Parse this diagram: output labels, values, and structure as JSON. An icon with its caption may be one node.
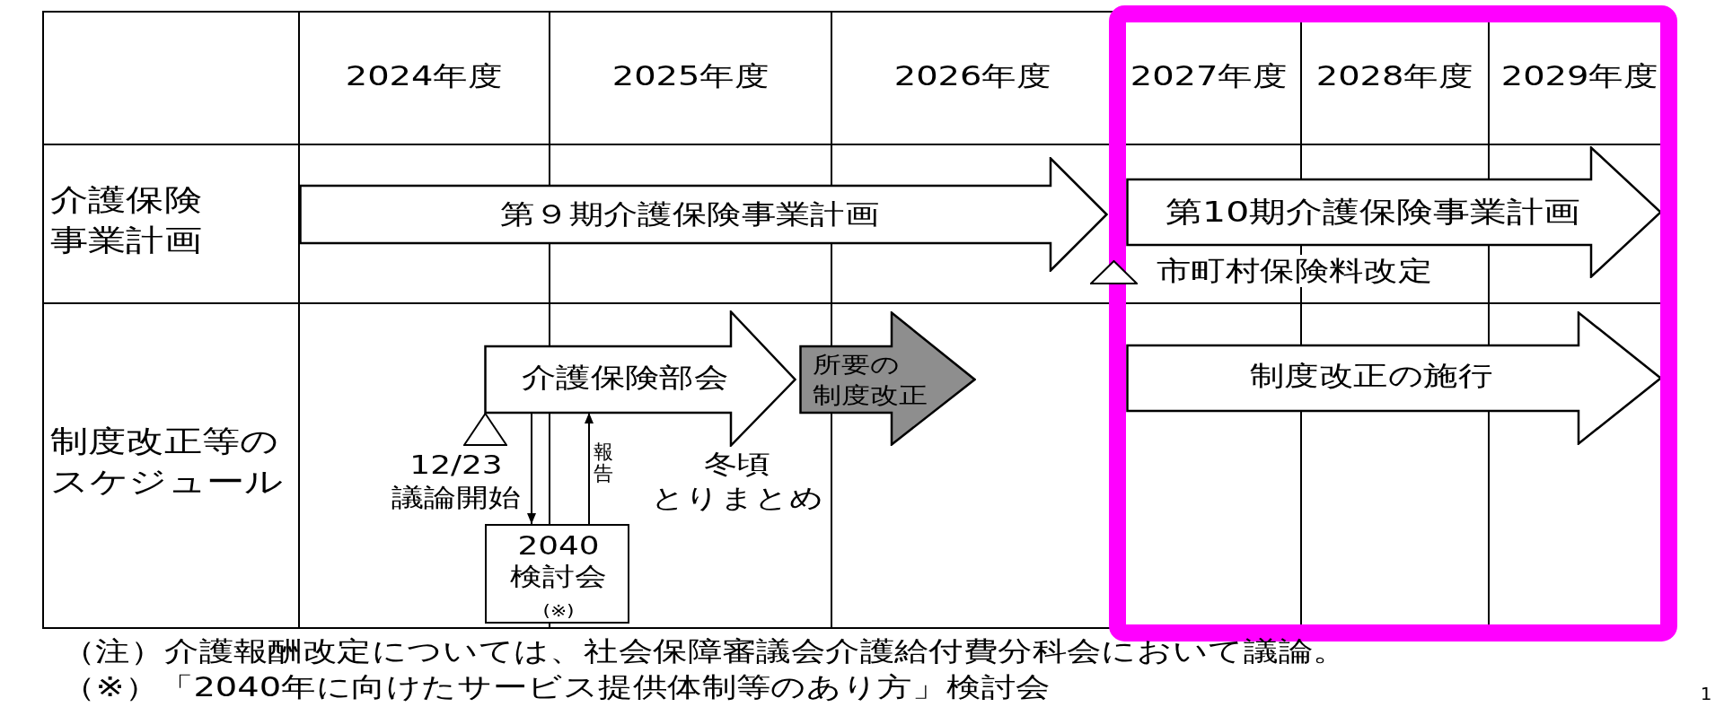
{
  "diagram": {
    "nodes": [
      {
        "text": [
          "第９期介護保険事業計画"
        ]
      },
      {
        "text": [
          "第10期介護保険事業計画"
        ],
        "beside": [
          "市町村保険料改定"
        ]
      },
      {
        "text": [
          "介護保険部会"
        ],
        "beside": [
          "12/23 議論開始",
          "冬頃とりまとめ"
        ]
      },
      {
        "text": [
          "所要の制度改正"
        ]
      },
      {
        "text": [
          "制度改正の施行"
        ]
      },
      {
        "text": [
          "2040検討会",
          "(※)"
        ]
      }
    ],
    "edges": [
      {
        "from": 2,
        "to": 5,
        "arrow": "to"
      },
      {
        "from": 5,
        "to": 2,
        "arrow": "to",
        "label": "報告"
      }
    ],
    "labels": [
      "2024年度",
      "2025年度",
      "2026年度",
      "2027年度",
      "2028年度",
      "2029年度",
      "介護保険事業計画",
      "制度改正等のスケジュール",
      "（注）介護報酬改定については、社会保障審議会介護給付費分科会において議論。",
      "（※）「2040年に向けたサービス提供体制等のあり方」検討会",
      "1"
    ]
  }
}
